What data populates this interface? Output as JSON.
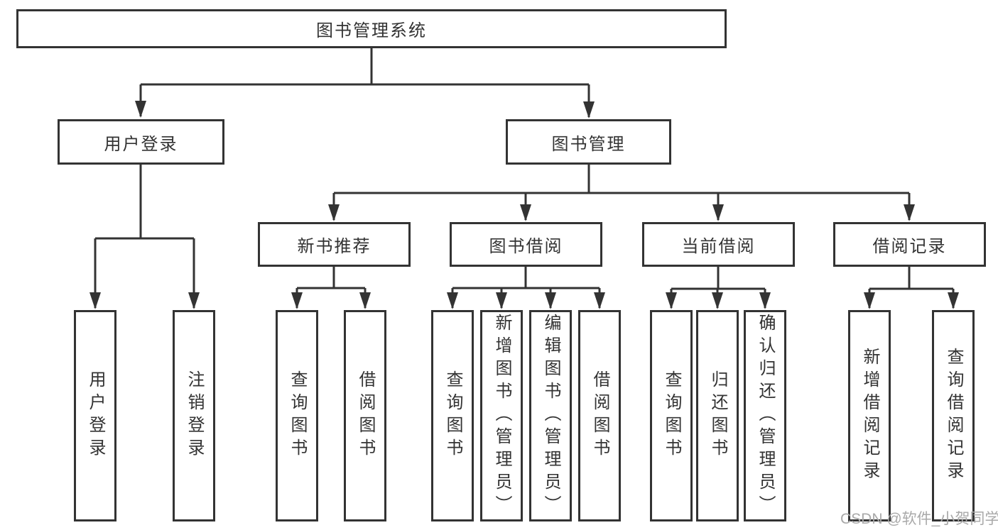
{
  "tree": {
    "label": "图书管理系统",
    "children": [
      {
        "label": "用户登录",
        "children": [
          {
            "label": "用户登录"
          },
          {
            "label": "注销登录"
          }
        ]
      },
      {
        "label": "图书管理",
        "children": [
          {
            "label": "新书推荐",
            "children": [
              {
                "label": "查询图书"
              },
              {
                "label": "借阅图书"
              }
            ]
          },
          {
            "label": "图书借阅",
            "children": [
              {
                "label": "查询图书"
              },
              {
                "label": "新增图书（管理员）"
              },
              {
                "label": "编辑图书（管理员）"
              },
              {
                "label": "借阅图书"
              }
            ]
          },
          {
            "label": "当前借阅",
            "children": [
              {
                "label": "查询图书"
              },
              {
                "label": "归还图书"
              },
              {
                "label": "确认归还（管理员）"
              }
            ]
          },
          {
            "label": "借阅记录",
            "children": [
              {
                "label": "新增借阅记录"
              },
              {
                "label": "查询借阅记录"
              }
            ]
          }
        ]
      }
    ]
  },
  "watermark": "CSDN @软件_小贺同学",
  "colors": {
    "line": "#333333",
    "text": "#333333",
    "background": "#ffffff",
    "watermark": "#a9a9a9"
  }
}
